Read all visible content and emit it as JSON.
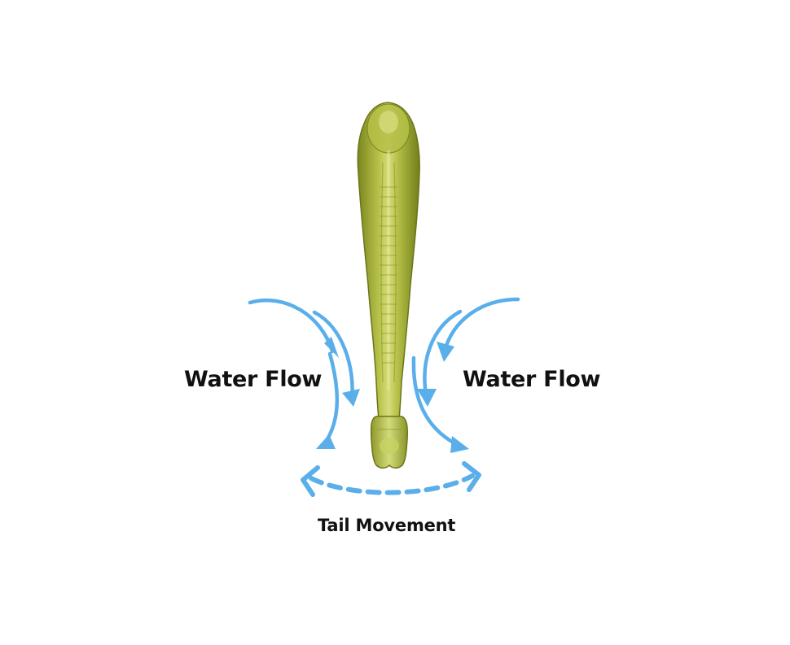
{
  "labels": {
    "water_flow_left": "Water Flow",
    "water_flow_right": "Water Flow",
    "tail_movement": "Tail Movement"
  },
  "colors": {
    "arrow": "#5aafea",
    "lure_body": "#a8b43a",
    "lure_highlight": "#d8e07a",
    "lure_shadow": "#6f7a1c",
    "text": "#111111"
  },
  "icons": {
    "lure": "soft-plastic-swimbait-lure",
    "flow_arrows": "curved-arrow",
    "tail_arrow": "dashed-double-headed-arrow"
  }
}
